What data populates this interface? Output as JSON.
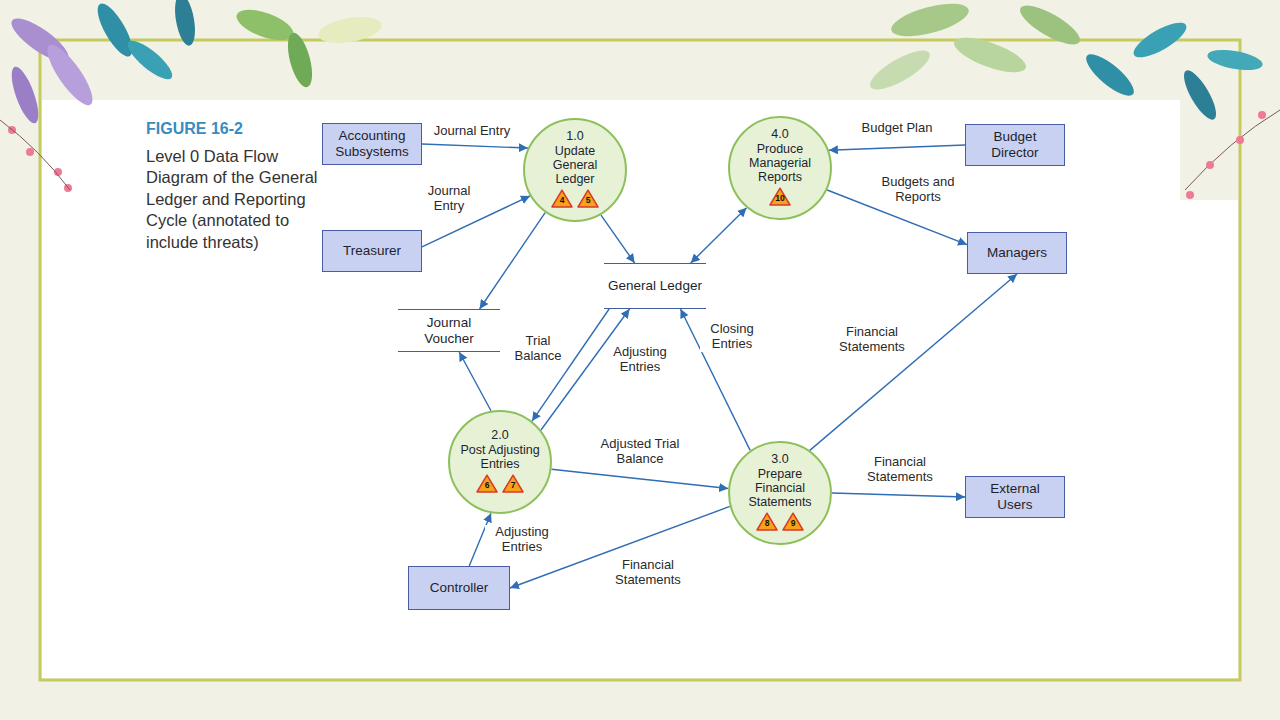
{
  "diagram": {
    "title": "FIGURE 16-2",
    "caption": "Level 0 Data Flow Diagram of the General Ledger and Reporting Cycle (annotated to include threats)",
    "nodes": [
      {
        "text": [
          "Accounting Subsystems"
        ]
      },
      {
        "text": [
          "1.0",
          "Update General Ledger"
        ]
      },
      {
        "text": [
          "4"
        ],
        "in": 1
      },
      {
        "text": [
          "5"
        ],
        "in": 1
      },
      {
        "text": [
          "4.0",
          "Produce Managerial Reports"
        ]
      },
      {
        "text": [
          "10"
        ],
        "in": 4
      },
      {
        "text": [
          "Budget Director"
        ]
      },
      {
        "text": [
          "Treasurer"
        ]
      },
      {
        "text": [
          "Managers"
        ]
      },
      {
        "text": [
          "General Ledger"
        ]
      },
      {
        "text": [
          "Journal Voucher"
        ]
      },
      {
        "text": [
          "2.0",
          "Post Adjusting Entries"
        ]
      },
      {
        "text": [
          "6"
        ],
        "in": 11
      },
      {
        "text": [
          "7"
        ],
        "in": 11
      },
      {
        "text": [
          "3.0",
          "Prepare Financial Statements"
        ]
      },
      {
        "text": [
          "8"
        ],
        "in": 14
      },
      {
        "text": [
          "9"
        ],
        "in": 14
      },
      {
        "text": [
          "External Users"
        ]
      },
      {
        "text": [
          "Controller"
        ]
      }
    ],
    "edges": [
      {
        "from": 0,
        "to": 1,
        "label": "Journal Entry",
        "arrow": "to"
      },
      {
        "from": 7,
        "to": 1,
        "label": "Journal Entry",
        "arrow": "to"
      },
      {
        "from": 6,
        "to": 4,
        "label": "Budget Plan",
        "arrow": "to"
      },
      {
        "from": 1,
        "to": 10,
        "arrow": "to"
      },
      {
        "from": 1,
        "to": 9,
        "arrow": "to"
      },
      {
        "from": 9,
        "to": 4,
        "arrow": "both"
      },
      {
        "from": 4,
        "to": 8,
        "label": "Budgets and Reports",
        "arrow": "to"
      },
      {
        "from": 9,
        "to": 11,
        "label": "Trial Balance",
        "arrow": "to"
      },
      {
        "from": 11,
        "to": 9,
        "label": "Adjusting Entries",
        "arrow": "to"
      },
      {
        "from": 14,
        "to": 9,
        "label": "Closing Entries",
        "arrow": "to"
      },
      {
        "from": 14,
        "to": 8,
        "label": "Financial Statements",
        "arrow": "to"
      },
      {
        "from": 11,
        "to": 10,
        "arrow": "to"
      },
      {
        "from": 11,
        "to": 14,
        "label": "Adjusted Trial Balance",
        "arrow": "to"
      },
      {
        "from": 14,
        "to": 17,
        "label": "Financial Statements",
        "arrow": "to"
      },
      {
        "from": 18,
        "to": 11,
        "label": "Adjusting Entries",
        "arrow": "to"
      },
      {
        "from": 14,
        "to": 18,
        "label": "Financial Statements",
        "arrow": "to"
      }
    ]
  }
}
